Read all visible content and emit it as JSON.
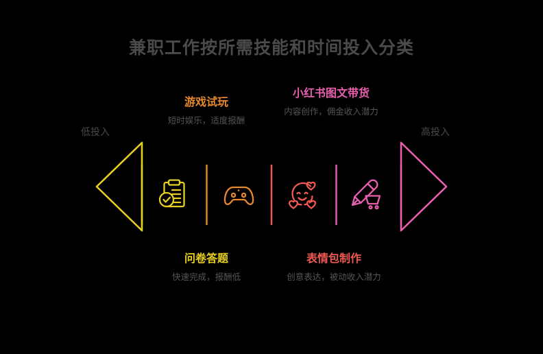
{
  "page": {
    "title": "兼职工作按所需技能和时间投入分类",
    "background_color": "#000000",
    "title_color": "#4a4a4a"
  },
  "axis": {
    "left_label": "低投入",
    "right_label": "高投入",
    "left_arrow_color": "#E8D020",
    "right_arrow_color": "#EF6FB5",
    "label_color": "#4a4a4a"
  },
  "categories": [
    {
      "id": "survey",
      "name": "问卷答题",
      "description": "快速完成，报酬低",
      "color": "#E8D020",
      "icon": "clipboard-check-icon",
      "position": "bottom"
    },
    {
      "id": "game-trial",
      "name": "游戏试玩",
      "description": "短时娱乐，适度报酬",
      "color": "#E8882E",
      "icon": "game-controller-icon",
      "position": "top"
    },
    {
      "id": "sticker-design",
      "name": "表情包制作",
      "description": "创意表达，被动收入潜力",
      "color": "#EE5A52",
      "icon": "smiley-hearts-icon",
      "position": "bottom"
    },
    {
      "id": "xiaohongshu",
      "name": "小红书图文带货",
      "description": "内容创作，佣金收入潜力",
      "color": "#E85FB0",
      "icon": "pencil-cart-icon",
      "position": "top"
    }
  ],
  "subtitle_color": "#555555"
}
